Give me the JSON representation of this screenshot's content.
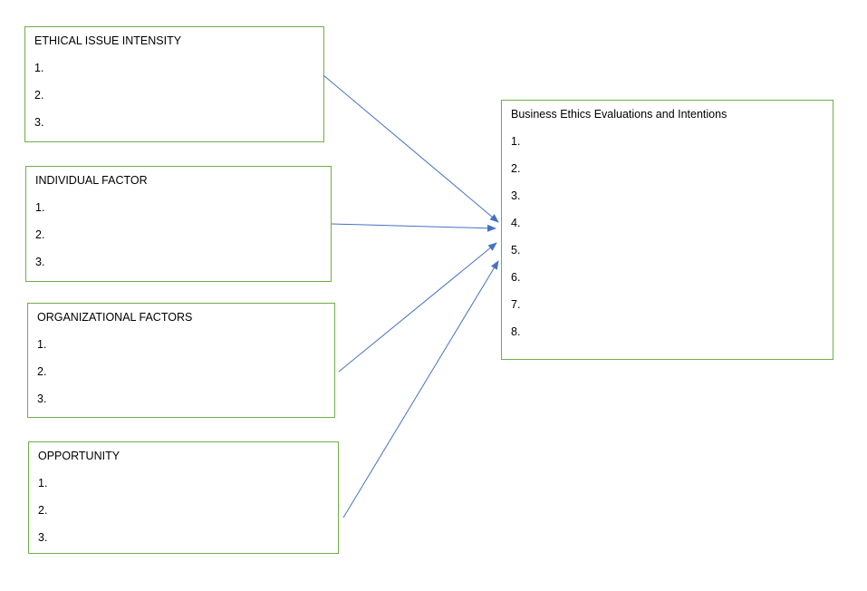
{
  "colors": {
    "box_border": "#70ad47",
    "arrow": "#4472c4",
    "text": "#000000",
    "background": "#ffffff"
  },
  "boxes": {
    "ethical": {
      "title": "ETHICAL ISSUE INTENSITY",
      "items": [
        "1.",
        "2.",
        "3."
      ]
    },
    "individual": {
      "title": "INDIVIDUAL FACTOR",
      "items": [
        "1.",
        "2.",
        "3."
      ]
    },
    "organizational": {
      "title": "ORGANIZATIONAL FACTORS",
      "items": [
        "1.",
        "2.",
        "3."
      ]
    },
    "opportunity": {
      "title": "OPPORTUNITY",
      "items": [
        "1.",
        "2.",
        "3."
      ]
    },
    "evaluations": {
      "title": "Business Ethics Evaluations and Intentions",
      "items": [
        "1.",
        "2.",
        "3.",
        "4.",
        "5.",
        "6.",
        "7.",
        "8."
      ]
    }
  },
  "arrows": [
    {
      "from": "ethical",
      "to": "evaluations"
    },
    {
      "from": "individual",
      "to": "evaluations"
    },
    {
      "from": "organizational",
      "to": "evaluations"
    },
    {
      "from": "opportunity",
      "to": "evaluations"
    }
  ]
}
